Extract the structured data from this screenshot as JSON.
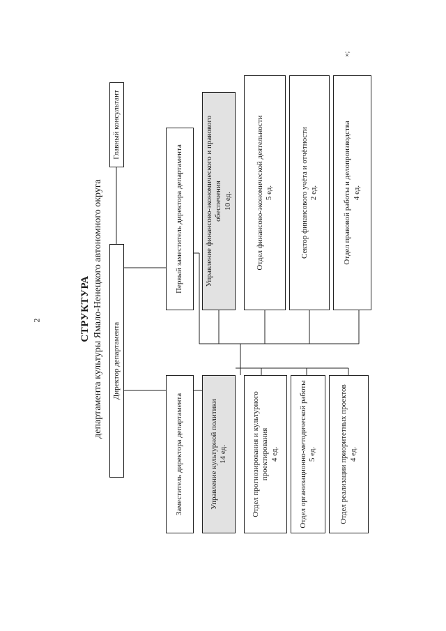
{
  "page_number": "2",
  "corner_mark": "»;",
  "title": "СТРУКТУРА",
  "subtitle": "департамента культуры Ямало-Ненецкого автономного округа",
  "nodes": {
    "director": {
      "label": "Директор департамента",
      "staff": ""
    },
    "chief_consultant": {
      "label": "Главный консультант",
      "staff": ""
    },
    "deputy_director": {
      "label": "Заместитель директора департамента",
      "staff": ""
    },
    "first_deputy": {
      "label": "Первый заместитель директора департамента",
      "staff": ""
    },
    "culture_policy_admin": {
      "label": "Управление культурной политики",
      "staff": "14 ед."
    },
    "finance_legal_admin": {
      "label": "Управление финансово-экономического и правового обеспечения",
      "staff": "10 ед."
    },
    "forecasting_dept": {
      "label": "Отдел прогнозирования и культурного проектирования",
      "staff": "4 ед."
    },
    "methodology_dept": {
      "label": "Отдел организационно-методической работы",
      "staff": "5 ед."
    },
    "priority_projects_dept": {
      "label": "Отдел реализации приоритетных проектов",
      "staff": "4 ед."
    },
    "finance_dept": {
      "label": "Отдел финансово-экономической деятельности",
      "staff": "5 ед."
    },
    "accounting_sector": {
      "label": "Сектор финансового учёта и отчётности",
      "staff": "2 ед."
    },
    "legal_dept": {
      "label": "Отдел правовой работы и делопроизводства",
      "staff": "4 ед."
    }
  }
}
